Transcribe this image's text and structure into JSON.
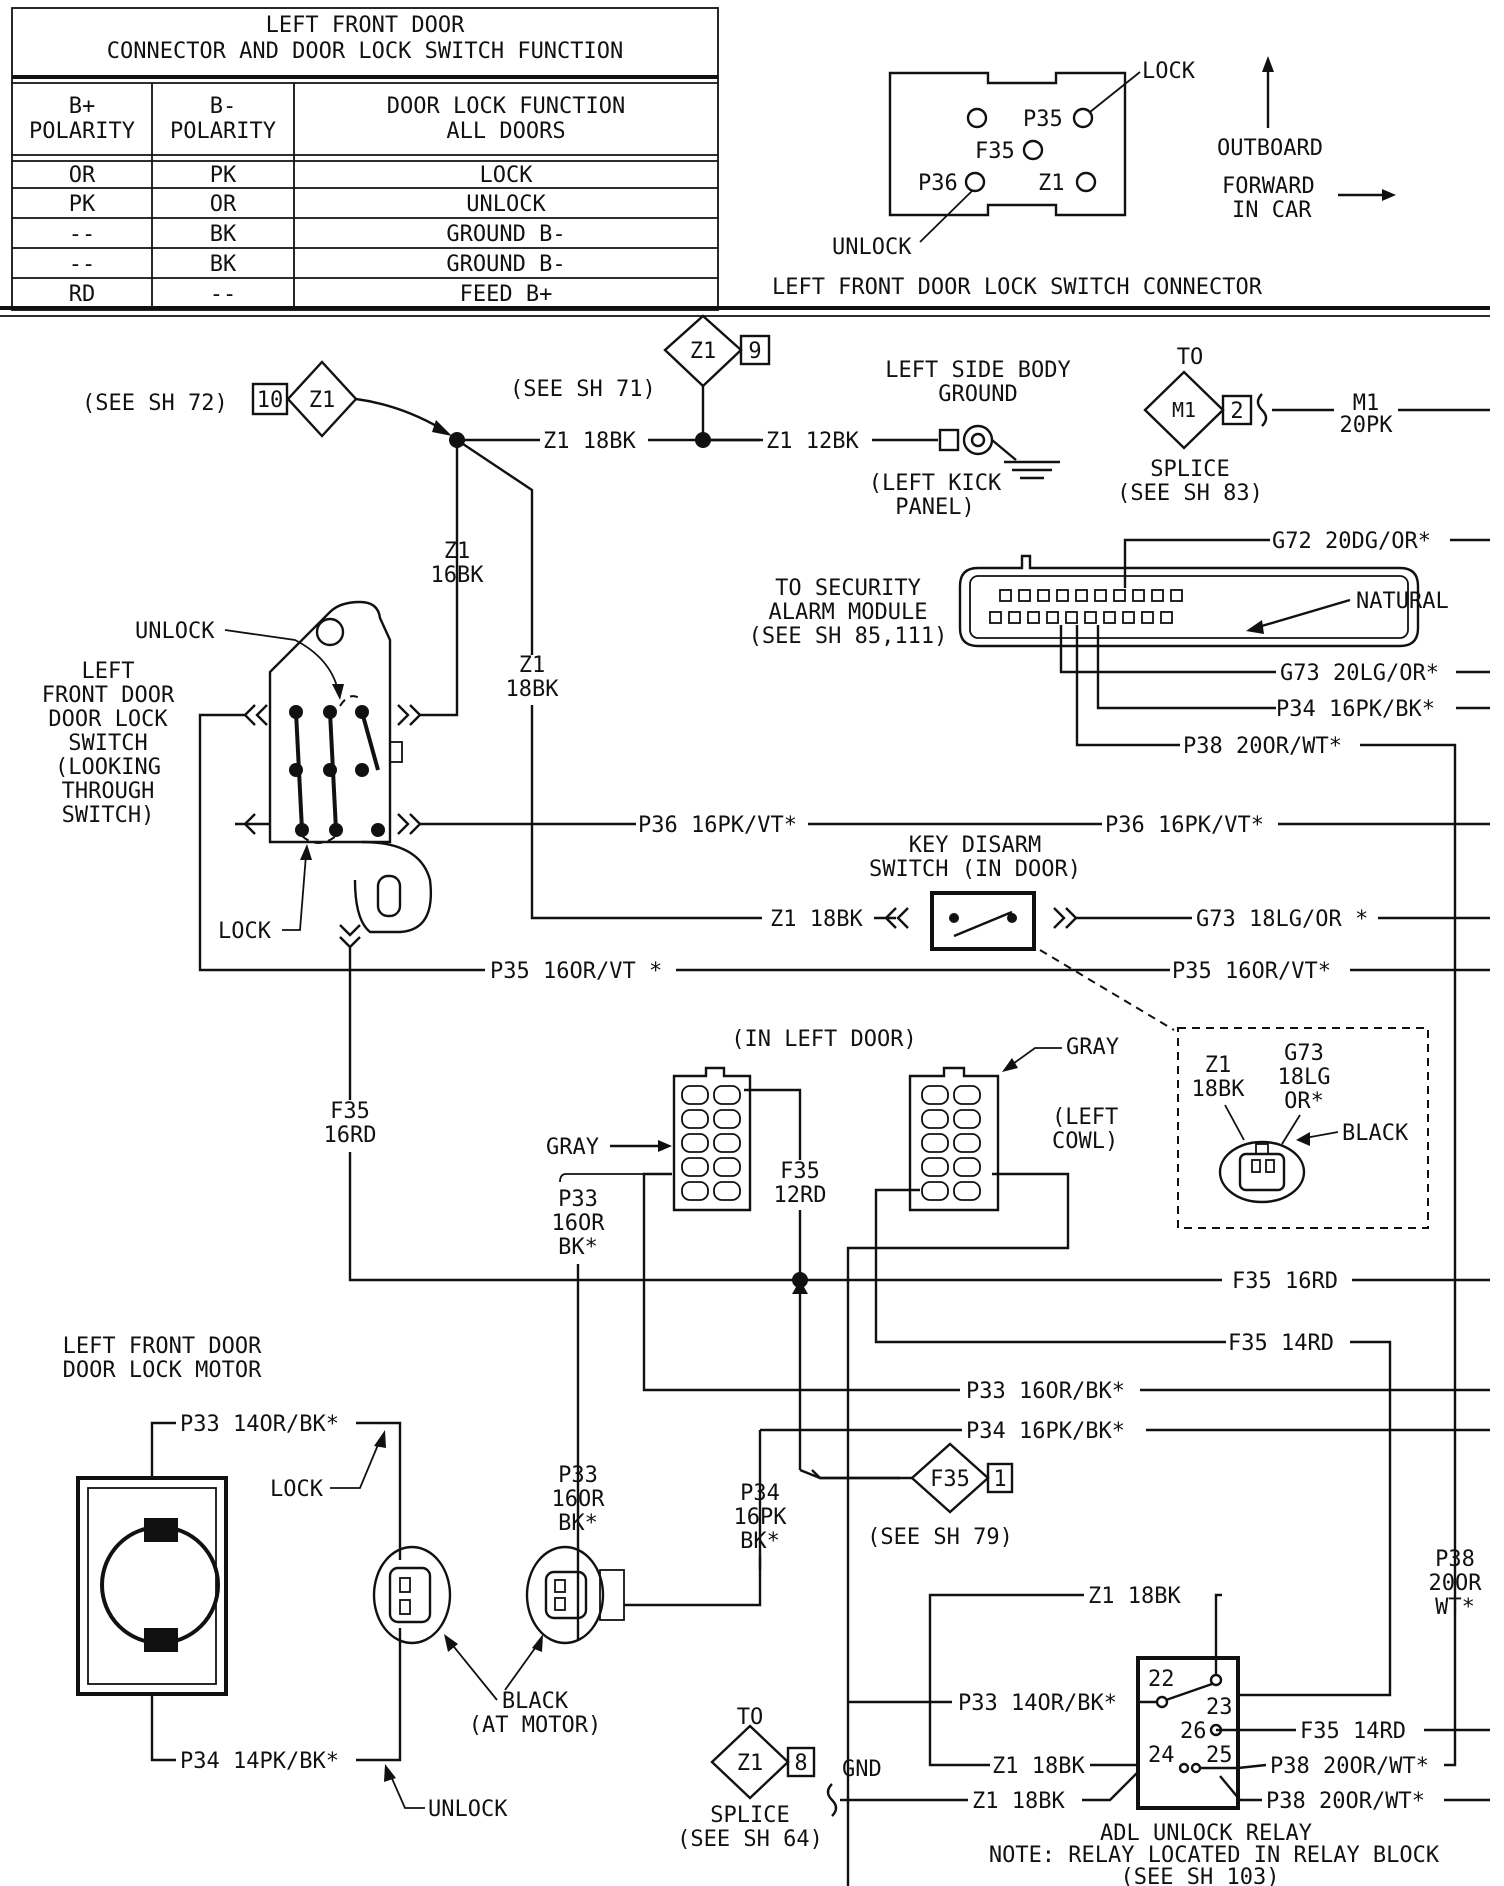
{
  "table": {
    "title_line1": "LEFT FRONT DOOR",
    "title_line2": "CONNECTOR AND DOOR LOCK SWITCH FUNCTION",
    "headers": [
      [
        "B+",
        "POLARITY"
      ],
      [
        "B-",
        "POLARITY"
      ],
      [
        "DOOR LOCK FUNCTION",
        "ALL DOORS"
      ]
    ],
    "rows": [
      [
        "OR",
        "PK",
        "LOCK"
      ],
      [
        "PK",
        "OR",
        "UNLOCK"
      ],
      [
        "--",
        "BK",
        "GROUND B-"
      ],
      [
        "--",
        "BK",
        "GROUND B-"
      ],
      [
        "RD",
        "--",
        "FEED B+"
      ]
    ]
  },
  "connector_view": {
    "pin_p35": "P35",
    "pin_f35": "F35",
    "pin_p36": "P36",
    "pin_z1": "Z1",
    "lock": "LOCK",
    "unlock": "UNLOCK",
    "outboard": "OUTBOARD",
    "forward_line1": "FORWARD",
    "forward_line2": "IN CAR",
    "caption": "LEFT FRONT DOOR LOCK SWITCH CONNECTOR"
  },
  "refs": {
    "see_sh72": "(SEE SH 72)",
    "ref72_num": "10",
    "ref72_circuit": "Z1",
    "ref9_circuit": "Z1",
    "ref9_num": "9",
    "see_sh71": "(SEE SH 71)",
    "ground_line1": "LEFT SIDE BODY",
    "ground_line2": "GROUND",
    "kick_line1": "(LEFT KICK",
    "kick_line2": "PANEL)",
    "to": "TO",
    "m1_circuit": "M1",
    "m1_num": "2",
    "m1_wire_1": "M1",
    "m1_wire_2": "20PK",
    "splice": "SPLICE",
    "see_sh83": "(SEE SH 83)",
    "security_1": "TO SECURITY",
    "security_2": "ALARM MODULE",
    "security_3": "(SEE SH 85,111)",
    "natural": "NATURAL",
    "f35_ref_circuit": "F35",
    "f35_ref_num": "1",
    "see_sh79": "(SEE SH 79)",
    "to2": "TO",
    "z1_8_circuit": "Z1",
    "z1_8_num": "8",
    "gnd": "GND",
    "splice2": "SPLICE",
    "see_sh64": "(SEE SH 64)"
  },
  "wires": {
    "z1_18bk_top": "Z1 18BK",
    "z1_12bk": "Z1 12BK",
    "g72": "G72 20DG/OR*",
    "g73_20": "G73 20LG/OR*",
    "p34_top": "P34 16PK/BK*",
    "p38_top": "P38 20OR/WT*",
    "z1_16bk_1": "Z1",
    "z1_16bk_2": "16BK",
    "z1_18bk_v1": "Z1",
    "z1_18bk_v2": "18BK",
    "p36_left": "P36 16PK/VT*",
    "p36_right": "P36 16PK/VT*",
    "z1_18bk_key": "Z1 18BK",
    "g73_18": "G73 18LG/OR *",
    "p35_left": "P35 16OR/VT *",
    "p35_right": "P35 16OR/VT*",
    "f35_16rd_1": "F35",
    "f35_16rd_2": "16RD",
    "f35_12rd_1": "F35",
    "f35_12rd_2": "12RD",
    "f35_16rd_h": "F35 16RD",
    "f35_14rd_h": "F35 14RD",
    "p33_mid_1": "P33",
    "p33_mid_2": "16OR",
    "p33_mid_3": "BK*",
    "p33_16_h": "P33 16OR/BK*",
    "p34_16_h": "P34 16PK/BK*",
    "p33_motor": "P33 14OR/BK*",
    "p34_motor": "P34 14PK/BK*",
    "p33_conn_1": "P33",
    "p33_conn_2": "16OR",
    "p33_conn_3": "BK*",
    "p34_conn_1": "P34",
    "p34_conn_2": "16PK",
    "p34_conn_3": "BK*",
    "p38_v_1": "P38",
    "p38_v_2": "20OR",
    "p38_v_3": "WT*",
    "relay_z1_top": "Z1 18BK",
    "relay_p33": "P33 14OR/BK*",
    "relay_f35": "F35 14RD",
    "relay_z1_left": "Z1 18BK",
    "relay_p38_1": "P38 20OR/WT*",
    "relay_z1_bottom": "Z1 18BK",
    "relay_p38_2": "P38 20OR/WT*"
  },
  "components": {
    "unlock": "UNLOCK",
    "switch_1": "LEFT",
    "switch_2": "FRONT DOOR",
    "switch_3": "DOOR LOCK",
    "switch_4": "SWITCH",
    "switch_5": "(LOOKING",
    "switch_6": "THROUGH",
    "switch_7": "SWITCH)",
    "lock": "LOCK",
    "key_1": "KEY DISARM",
    "key_2": "SWITCH (IN DOOR)",
    "in_left_door": "(IN LEFT DOOR)",
    "gray_right": "GRAY",
    "left_cowl_1": "(LEFT",
    "left_cowl_2": "COWL)",
    "gray_left": "GRAY",
    "inset_z1_1": "Z1",
    "inset_z1_2": "18BK",
    "inset_g73_1": "G73",
    "inset_g73_2": "18LG",
    "inset_g73_3": "OR*",
    "black": "BLACK",
    "motor_1": "LEFT FRONT DOOR",
    "motor_2": "DOOR LOCK MOTOR",
    "motor_lock": "LOCK",
    "motor_unlock": "UNLOCK",
    "black_motor_1": "BLACK",
    "black_motor_2": "(AT MOTOR)",
    "relay_22": "22",
    "relay_23": "23",
    "relay_26": "26",
    "relay_24": "24",
    "relay_25": "25",
    "relay_1": "ADL UNLOCK RELAY",
    "relay_2": "NOTE: RELAY LOCATED IN RELAY BLOCK",
    "relay_3": "(SEE SH 103)"
  }
}
